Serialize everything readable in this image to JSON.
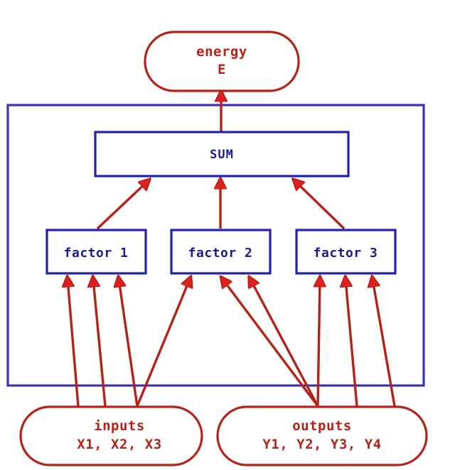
{
  "diagram": {
    "title": "energy factor graph",
    "colors": {
      "red": "#b52217",
      "arrow_red": "#e02020",
      "blue": "#1b1b8f",
      "container_blue": "#3b32b8",
      "background": "#ffffff"
    },
    "nodes": {
      "energy": {
        "shape": "rounded-rect",
        "line1": "energy",
        "line2": "E"
      },
      "sum": {
        "shape": "rect",
        "label": "SUM"
      },
      "factor1": {
        "shape": "rect",
        "label": "factor 1"
      },
      "factor2": {
        "shape": "rect",
        "label": "factor 2"
      },
      "factor3": {
        "shape": "rect",
        "label": "factor 3"
      },
      "inputs": {
        "shape": "rounded-rect",
        "line1": "inputs",
        "line2": "X1, X2, X3"
      },
      "outputs": {
        "shape": "rounded-rect",
        "line1": "outputs",
        "line2": "Y1, Y2, Y3, Y4"
      }
    },
    "edges": [
      {
        "name": "sum-to-energy",
        "from": "sum",
        "to": "energy"
      },
      {
        "name": "factor1-to-sum",
        "from": "factor1",
        "to": "sum"
      },
      {
        "name": "factor2-to-sum",
        "from": "factor2",
        "to": "sum"
      },
      {
        "name": "factor3-to-sum",
        "from": "factor3",
        "to": "sum"
      },
      {
        "name": "inputs-to-factor1-a",
        "from": "inputs",
        "to": "factor1"
      },
      {
        "name": "inputs-to-factor1-b",
        "from": "inputs",
        "to": "factor1"
      },
      {
        "name": "inputs-to-factor1-c",
        "from": "inputs",
        "to": "factor1"
      },
      {
        "name": "inputs-to-factor2-a",
        "from": "inputs",
        "to": "factor2"
      },
      {
        "name": "inputs-to-factor2-b",
        "from": "inputs",
        "to": "factor2"
      },
      {
        "name": "outputs-to-factor2-a",
        "from": "outputs",
        "to": "factor2"
      },
      {
        "name": "outputs-to-factor3-a",
        "from": "outputs",
        "to": "factor3"
      },
      {
        "name": "outputs-to-factor3-b",
        "from": "outputs",
        "to": "factor3"
      },
      {
        "name": "outputs-to-factor3-c",
        "from": "outputs",
        "to": "factor3"
      }
    ]
  }
}
